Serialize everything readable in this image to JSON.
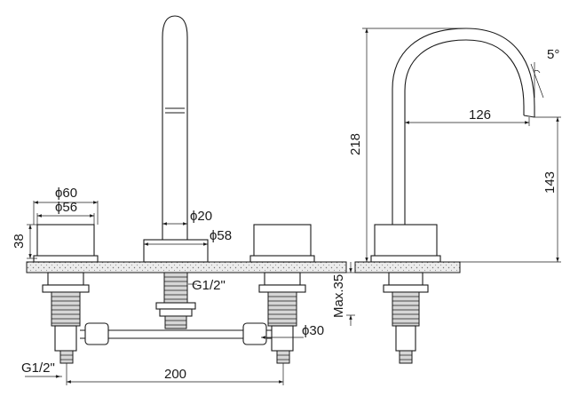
{
  "labels": {
    "dia_60": "ϕ60",
    "dia_56": "ϕ56",
    "dia_20": "ϕ20",
    "dia_58": "ϕ58",
    "dia_30": "ϕ30",
    "thread_top": "G1/2\"",
    "thread_bottom": "G1/2\"",
    "height_38": "38",
    "max_35": "Max.35",
    "width_200": "200",
    "height_218": "218",
    "reach_126": "126",
    "height_143": "143",
    "angle_5": "5°"
  }
}
